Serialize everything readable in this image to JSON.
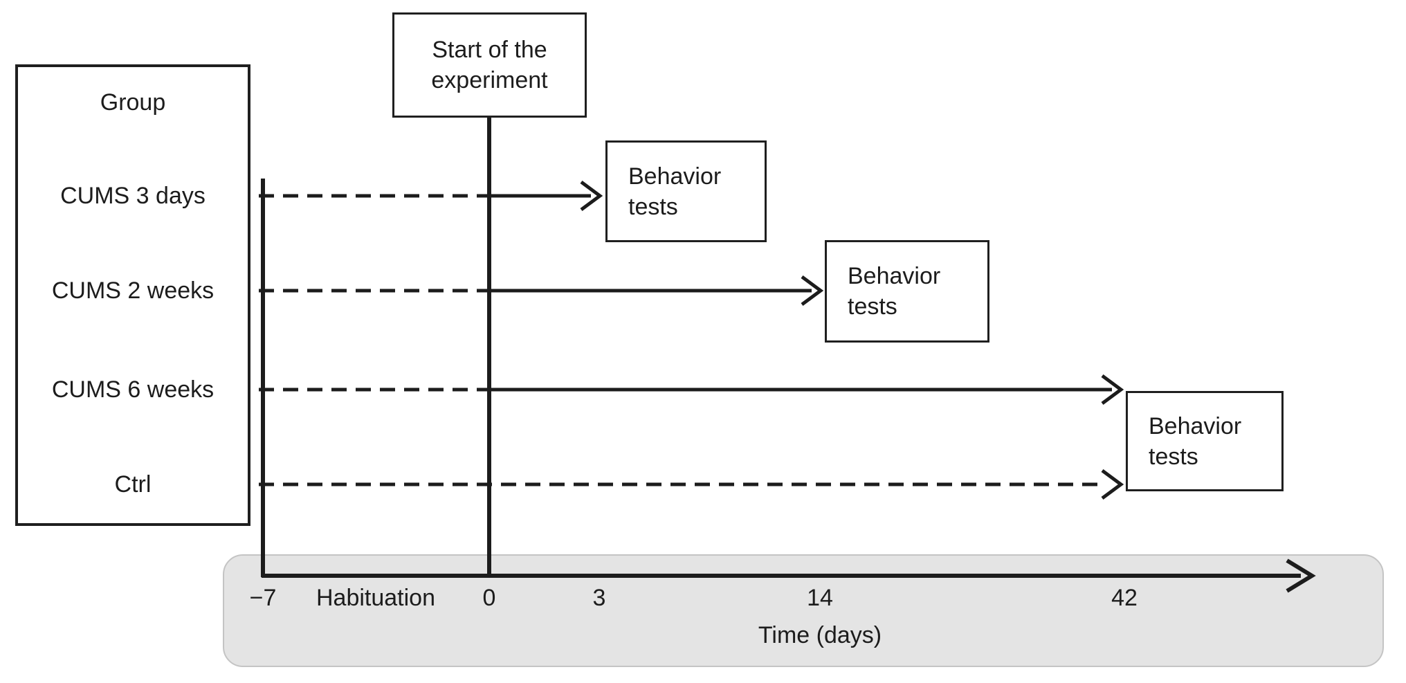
{
  "figure": {
    "group_panel": {
      "title": "Group",
      "groups": [
        "CUMS 3 days",
        "CUMS 2 weeks",
        "CUMS 6 weeks",
        "Ctrl"
      ]
    },
    "start_box_label": "Start of the experiment",
    "behavior_boxes": [
      "Behavior tests",
      "Behavior tests",
      "Behavior tests"
    ],
    "axis": {
      "ticks": [
        "−7",
        "Habituation",
        "0",
        "3",
        "14",
        "42"
      ],
      "title": "Time (days)"
    },
    "colors": {
      "ink": "#1c1c1c",
      "panel_fill": "#e4e4e4",
      "panel_border": "#c4c4c4"
    }
  }
}
